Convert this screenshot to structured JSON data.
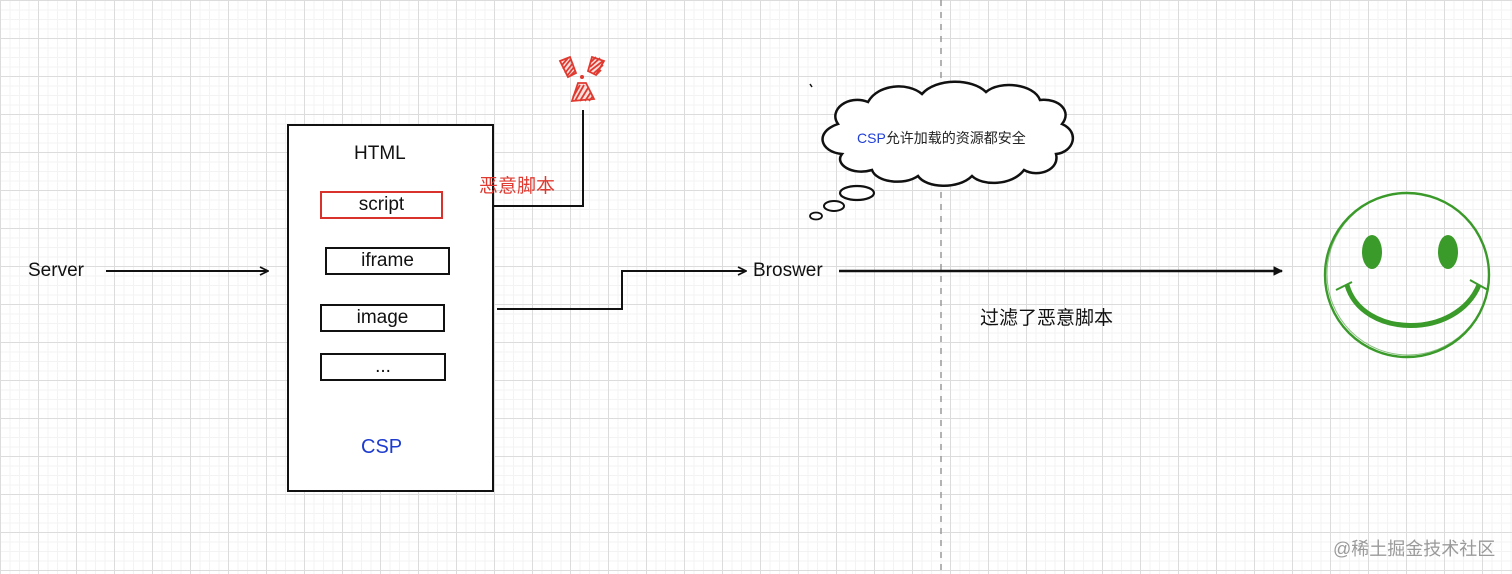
{
  "diagram": {
    "nodes": {
      "server": "Server",
      "html_title": "HTML",
      "browser": "Broswer"
    },
    "html_items": [
      {
        "label": "script",
        "highlight": true
      },
      {
        "label": "iframe",
        "highlight": false
      },
      {
        "label": "image",
        "highlight": false
      },
      {
        "label": "...",
        "highlight": false
      }
    ],
    "csp_cloud_label": "CSP",
    "malicious_script_label": "恶意脚本",
    "thought": {
      "prefix": "CSP",
      "text": "允许加载的资源都安全"
    },
    "filter_label": "过滤了恶意脚本",
    "watermark": "@稀土掘金技术社区",
    "icons": {
      "hazard": "radiation-hazard-icon",
      "smiley": "smiley-face-icon"
    },
    "colors": {
      "line": "#111111",
      "danger": "#e03a30",
      "csp_blue": "#1f3fd6",
      "smiley_green": "#3a9a2a",
      "grid": "#dcdcdc"
    }
  }
}
